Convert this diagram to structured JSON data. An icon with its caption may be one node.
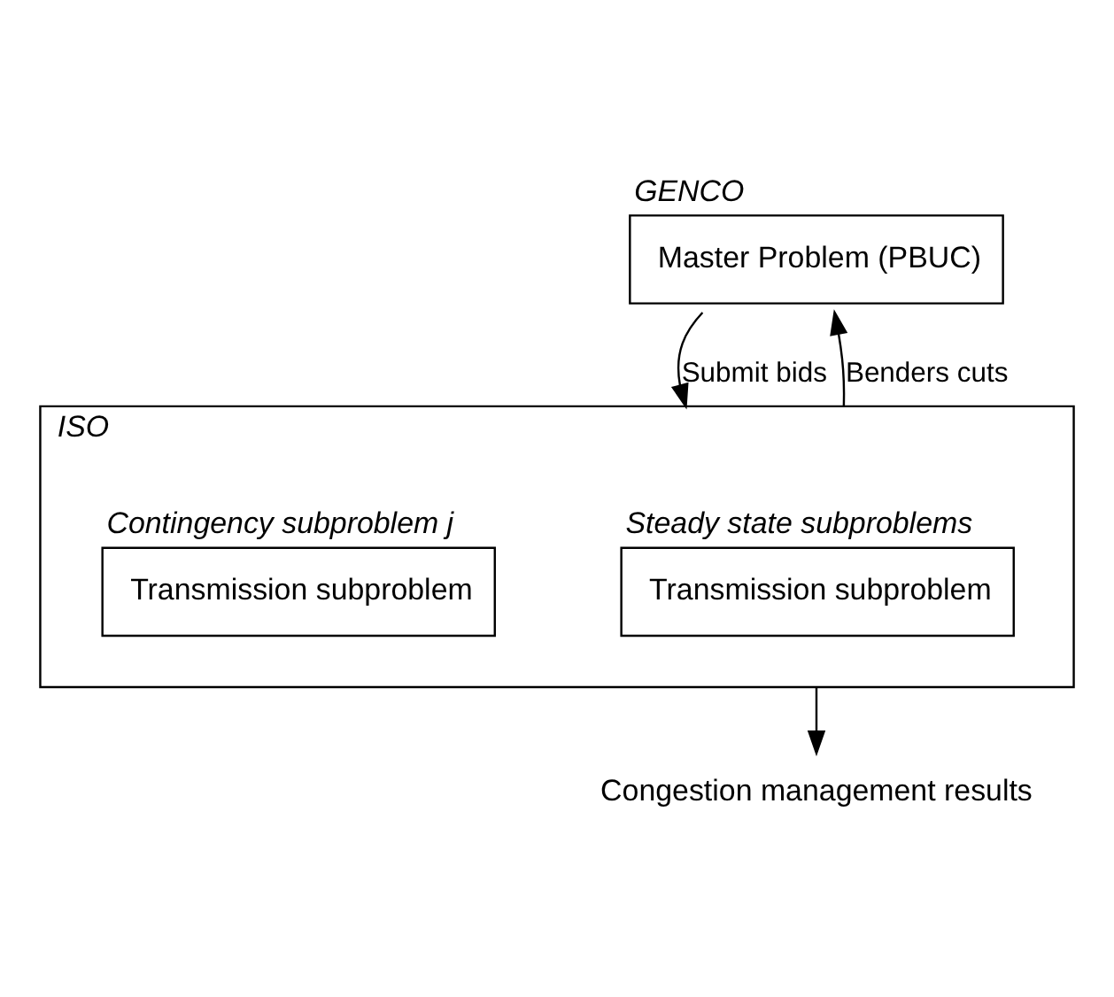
{
  "diagram": {
    "nodes": [
      {
        "text": [
          "GENCO",
          "Master Problem (PBUC)"
        ]
      },
      {
        "text": [
          "ISO"
        ]
      },
      {
        "text": [
          "Transmission subproblem"
        ],
        "in": 1,
        "beside": [
          "Steady state subproblems"
        ]
      },
      {
        "text": [
          "Transmission subproblem"
        ],
        "in": 1,
        "beside": [
          "Contingency subproblem j"
        ]
      },
      {
        "text": [
          "Congestion management results"
        ]
      }
    ],
    "edges": [
      {
        "from": 0,
        "to": 1,
        "arrow": "to",
        "label": "Submit bids"
      },
      {
        "from": 1,
        "to": 0,
        "arrow": "to",
        "label": "Benders cuts"
      },
      {
        "from": 1,
        "to": 4,
        "arrow": "to"
      }
    ]
  }
}
